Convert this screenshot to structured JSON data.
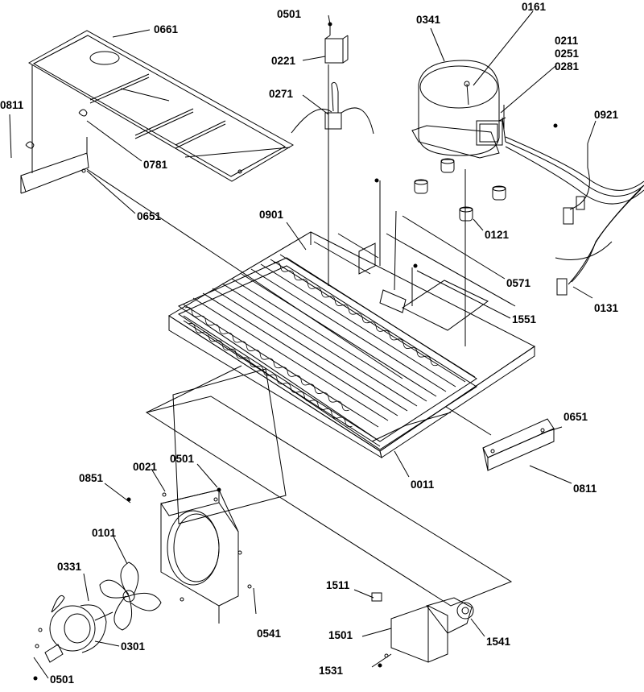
{
  "diagram": {
    "type": "exploded-parts-view",
    "labels": {
      "0501_top": "0501",
      "0661": "0661",
      "0221": "0221",
      "0341": "0341",
      "0161": "0161",
      "0211": "0211",
      "0251": "0251",
      "0281": "0281",
      "0811_left": "0811",
      "0781": "0781",
      "0271": "0271",
      "0921": "0921",
      "0651_left": "0651",
      "0901": "0901",
      "0121": "0121",
      "0571": "0571",
      "1551": "1551",
      "0131": "0131",
      "0651_right": "0651",
      "0011": "0011",
      "0811_right": "0811",
      "0021": "0021",
      "0501_mid": "0501",
      "0851": "0851",
      "0101": "0101",
      "0331": "0331",
      "0541": "0541",
      "1511": "1511",
      "1501": "1501",
      "1541": "1541",
      "0301": "0301",
      "1531": "1531",
      "0501_bottom": "0501"
    }
  }
}
